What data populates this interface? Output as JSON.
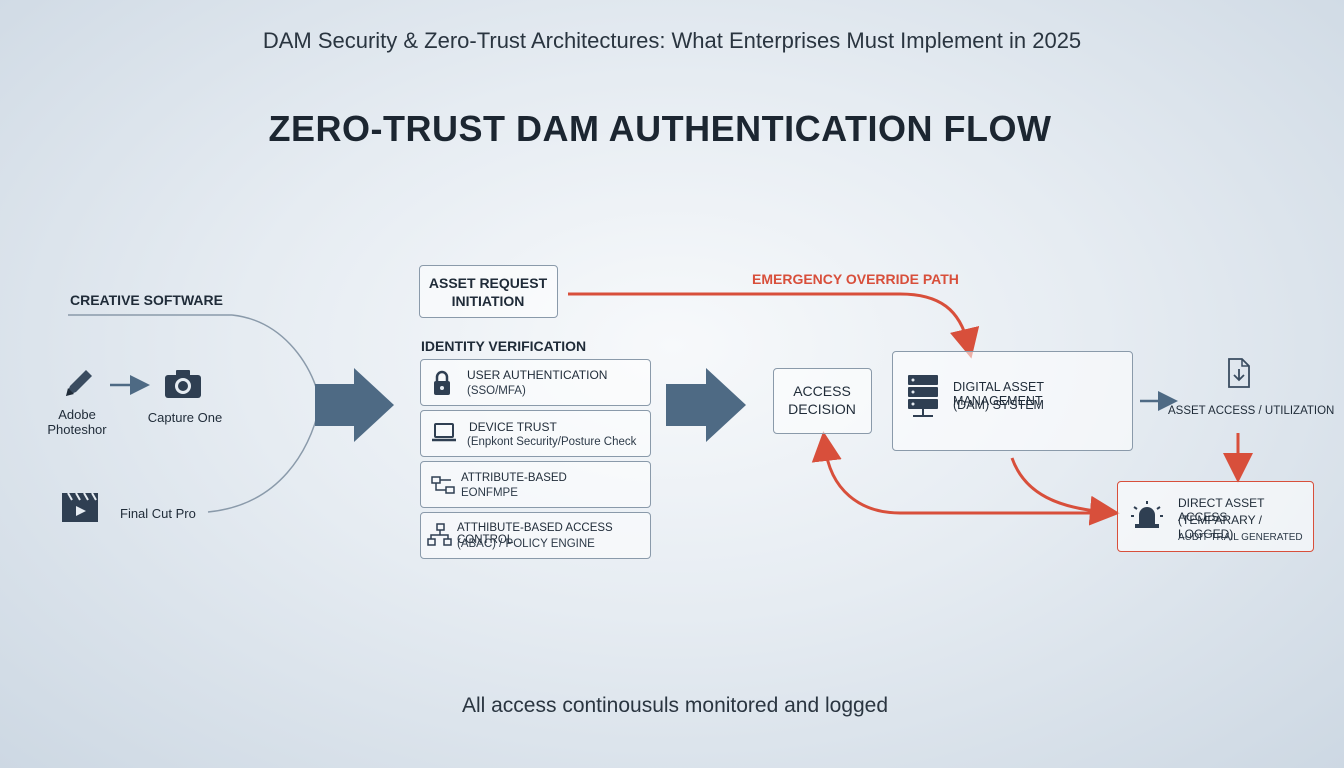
{
  "header": {
    "title": "DAM Security & Zero-Trust Architectures: What Enterprises Must Implement in 2025"
  },
  "diagram": {
    "title": "ZERO-TRUST DAM AUTHENTICATION FLOW",
    "creative_software": {
      "heading": "CREATIVE SOFTWARE",
      "items": [
        {
          "label": "Adobe\nPhoteshor",
          "icon": "pen-icon"
        },
        {
          "label": "Capture One",
          "icon": "camera-icon"
        },
        {
          "label": "Final Cut Pro",
          "icon": "clapperboard-icon"
        }
      ]
    },
    "asset_request": {
      "label": "ASSET REQUEST\nINITIATION"
    },
    "identity_verification": {
      "heading": "IDENTITY VERIFICATION",
      "items": [
        {
          "line1": "USER AUTHENTICATION",
          "line2": "(SSO/MFA)",
          "icon": "lock-icon"
        },
        {
          "line1": "DEVICE TRUST",
          "line2": "(Enpkont Security/Posture Check",
          "icon": "laptop-icon"
        },
        {
          "line1": "ATTRIBUTE-BASED",
          "line2": "EONFMPE",
          "icon": "hierarchy-icon"
        },
        {
          "line1": "ATTHIBUTE-BASED ACCESS CONTROL",
          "line2": "(ABAC) / POLICY ENGINE",
          "icon": "network-icon"
        }
      ]
    },
    "access_decision": {
      "label": "ACCESS\nDECISION"
    },
    "emergency_override": {
      "label": "EMERGENCY OVERRIDE PATH"
    },
    "dam_system": {
      "line1": "DIGITAL ASSET MANAGEMENT",
      "line2": "(DAM) SYSTEM",
      "icon": "server-icon"
    },
    "asset_access": {
      "label": "ASSET ACCESS / UTILIZATION",
      "icon": "document-download-icon"
    },
    "direct_access": {
      "line1": "DIRECT ASSET ACCESS",
      "line2": "(TEMPARARY / LOGGED)",
      "line3": "AUDIT TRAIL GENERATED",
      "icon": "alarm-icon"
    }
  },
  "footer": {
    "text": "All access continousuls monitored and logged"
  },
  "colors": {
    "accent_blue": "#4e6a84",
    "alert_red": "#d84f3b",
    "text_dark": "#1f2b38"
  }
}
